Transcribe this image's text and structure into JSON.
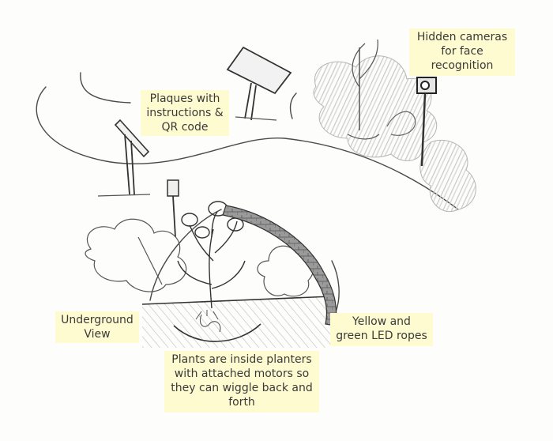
{
  "labels": {
    "cameras": "Hidden cameras\nfor face\nrecognition",
    "plaques": "Plaques with\ninstructions &\nQR code",
    "underground": "Underground\nView",
    "led_ropes": "Yellow and\ngreen LED ropes",
    "planters": "Plants are inside planters\nwith attached motors so\nthey can wiggle back and\nforth"
  },
  "colors": {
    "label_background": "#fffbd0",
    "ink": "#3a3a3a",
    "shrub_shading": "#c9c9c9",
    "soil_hatch": "#bdbdbd"
  },
  "icons": [
    "plaque-sign-icon",
    "camera-post-icon",
    "flower-plant-icon",
    "led-rope-icon",
    "shrub-icon"
  ]
}
